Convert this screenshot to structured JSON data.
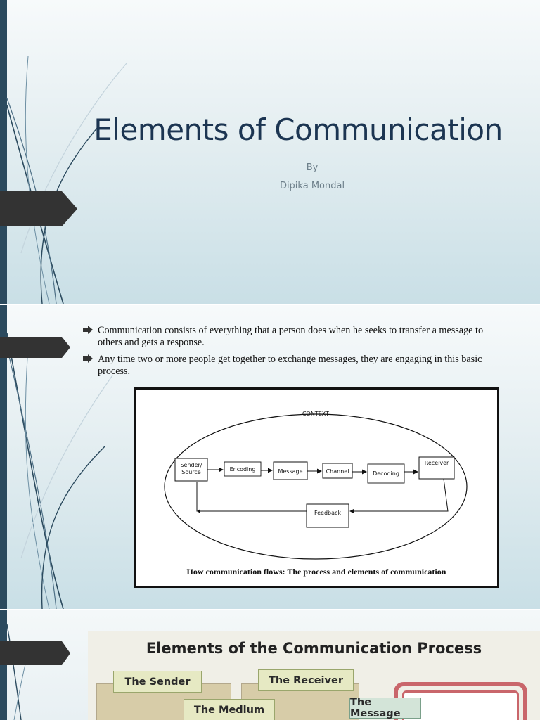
{
  "slide1": {
    "title": "Elements of Communication",
    "by": "By",
    "author": "Dipika Mondal"
  },
  "slide2": {
    "bullets": [
      "Communication consists of everything that a person does when he seeks to transfer a message to others and gets a response.",
      "Any time two or more people get together to exchange messages, they are engaging in this basic process."
    ],
    "diagram": {
      "context_label": "CONTEXT",
      "nodes": {
        "sender_line1": "Sender/",
        "sender_line2": "Source",
        "encoding": "Encoding",
        "message": "Message",
        "channel": "Channel",
        "decoding": "Decoding",
        "receiver": "Receiver",
        "feedback": "Feedback"
      },
      "caption": "How communication flows: The process and elements of communication"
    }
  },
  "slide3": {
    "title": "Elements of the Communication Process",
    "labels": {
      "sender": "The Sender",
      "receiver": "The Receiver",
      "medium": "The Medium",
      "message": "The Message"
    }
  },
  "theme": {
    "accent_dark": "#2b4a5e",
    "tab_color": "#333333",
    "title_color": "#1c3552"
  }
}
